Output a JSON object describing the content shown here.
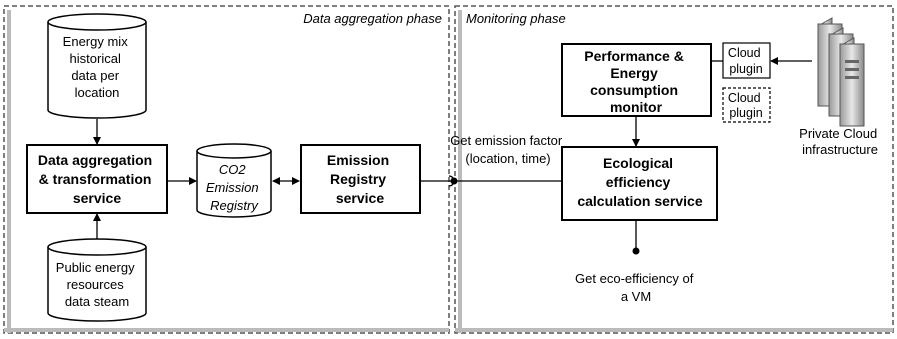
{
  "phases": {
    "aggregation_title": "Data aggregation phase",
    "monitoring_title": "Monitoring phase"
  },
  "stores": {
    "energy_mix": [
      "Energy mix",
      "historical",
      "data per",
      "location"
    ],
    "public_energy": [
      "Public energy",
      "resources",
      "data steam"
    ],
    "co2_registry": [
      "CO2",
      "Emission",
      "Registry"
    ]
  },
  "services": {
    "aggregation": [
      "Data aggregation",
      "& transformation",
      "service"
    ],
    "emission_registry": [
      "Emission",
      "Registry",
      "service"
    ],
    "performance_monitor": [
      "Performance &",
      "Energy",
      "consumption",
      "monitor"
    ],
    "eco_efficiency": [
      "Ecological",
      "efficiency",
      "calculation service"
    ]
  },
  "plugins": {
    "cloud_plugin_1": [
      "Cloud",
      "plugin"
    ],
    "cloud_plugin_2": [
      "Cloud",
      "plugin"
    ]
  },
  "infrastructure": {
    "private_cloud": [
      "Private Cloud",
      "infrastructure"
    ]
  },
  "interfaces": {
    "emission_factor": [
      "Get emission factor",
      "(location, time)"
    ],
    "eco_efficiency_vm": [
      "Get eco-efficiency of",
      "a VM"
    ]
  }
}
